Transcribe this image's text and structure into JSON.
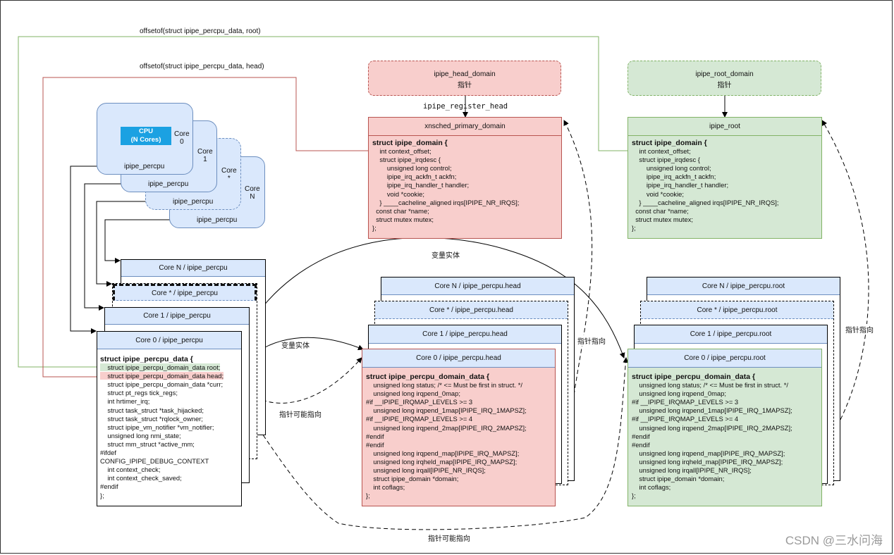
{
  "labels": {
    "offset_root": "offsetof(struct ipipe_percpu_data, root)",
    "offset_head": "offsetof(struct ipipe_percpu_data, head)",
    "register_head": "ipipe_register_head",
    "var_entity_top": "变量实体",
    "var_entity_mid": "变量实体",
    "pointer_to_head": "指针指向",
    "pointer_to_root": "指针指向",
    "may_point_mid": "指针可能指向",
    "may_point_bottom": "指针可能指向",
    "watermark": "CSDN @三水问海"
  },
  "head_domain_ptr": {
    "title": "ipipe_head_domain",
    "sub": "指针"
  },
  "root_domain_ptr": {
    "title": "ipipe_root_domain",
    "sub": "指针"
  },
  "cpu": {
    "chip_line1": "CPU",
    "chip_line2": "(N Cores)",
    "cores": [
      {
        "label": "Core\n0",
        "percpu": "ipipe_percpu"
      },
      {
        "label": "Core\n1",
        "percpu": "ipipe_percpu"
      },
      {
        "label": "Core\n*",
        "percpu": "ipipe_percpu"
      },
      {
        "label": "Core\nN",
        "percpu": "ipipe_percpu"
      }
    ]
  },
  "xnsched": {
    "title": "xnsched_primary_domain",
    "code_head": "struct ipipe_domain {",
    "code_body": "    int context_offset;\n    struct ipipe_irqdesc {\n        unsigned long control;\n        ipipe_irq_ackfn_t ackfn;\n        ipipe_irq_handler_t handler;\n        void *cookie;\n    } ____cacheline_aligned irqs[IPIPE_NR_IRQS];\n  const char *name;\n  struct mutex mutex;\n};"
  },
  "ipipe_root": {
    "title": "ipipe_root",
    "code_head": "struct ipipe_domain {",
    "code_body": "    int context_offset;\n    struct ipipe_irqdesc {\n        unsigned long control;\n        ipipe_irq_ackfn_t ackfn;\n        ipipe_irq_handler_t handler;\n        void *cookie;\n    } ____cacheline_aligned irqs[IPIPE_NR_IRQS];\n  const char *name;\n  struct mutex mutex;\n};"
  },
  "percpu_stack": {
    "titles": [
      "Core N / ipipe_percpu",
      "Core * / ipipe_percpu",
      "Core 1 / ipipe_percpu",
      "Core 0 / ipipe_percpu"
    ],
    "code_head": "struct ipipe_percpu_data {",
    "root_line": "    struct ipipe_percpu_domain_data root;",
    "head_line": "    struct ipipe_percpu_domain_data head;",
    "code_body": "    struct ipipe_percpu_domain_data *curr;\n    struct pt_regs tick_regs;\n    int hrtimer_irq;\n    struct task_struct *task_hijacked;\n    struct task_struct *rqlock_owner;\n    struct ipipe_vm_notifier *vm_notifier;\n    unsigned long nmi_state;\n    struct mm_struct *active_mm;\n#ifdef\nCONFIG_IPIPE_DEBUG_CONTEXT\n    int context_check;\n    int context_check_saved;\n#endif\n};"
  },
  "head_stack": {
    "titles": [
      "Core N / ipipe_percpu.head",
      "Core * / ipipe_percpu.head",
      "Core 1 / ipipe_percpu.head",
      "Core 0 / ipipe_percpu.head"
    ],
    "code_head": "struct ipipe_percpu_domain_data {",
    "code_body": "    unsigned long status; /* <= Must be first in struct. */\n    unsigned long irqpend_0map;\n#if __IPIPE_IRQMAP_LEVELS >= 3\n    unsigned long irqpend_1map[IPIPE_IRQ_1MAPSZ];\n#if __IPIPE_IRQMAP_LEVELS >= 4\n    unsigned long irqpend_2map[IPIPE_IRQ_2MAPSZ];\n#endif\n#endif\n    unsigned long irqpend_map[IPIPE_IRQ_MAPSZ];\n    unsigned long irqheld_map[IPIPE_IRQ_MAPSZ];\n    unsigned long irqall[IPIPE_NR_IRQS];\n    struct ipipe_domain *domain;\n    int coflags;\n};"
  },
  "root_stack": {
    "titles": [
      "Core N / ipipe_percpu.root",
      "Core * / ipipe_percpu.root",
      "Core 1 / ipipe_percpu.root",
      "Core 0 / ipipe_percpu.root"
    ],
    "code_head": "struct ipipe_percpu_domain_data {",
    "code_body": "    unsigned long status; /* <= Must be first in struct. */\n    unsigned long irqpend_0map;\n#if __IPIPE_IRQMAP_LEVELS >= 3\n    unsigned long irqpend_1map[IPIPE_IRQ_1MAPSZ];\n#if __IPIPE_IRQMAP_LEVELS >= 4\n    unsigned long irqpend_2map[IPIPE_IRQ_2MAPSZ];\n#endif\n#endif\n    unsigned long irqpend_map[IPIPE_IRQ_MAPSZ];\n    unsigned long irqheld_map[IPIPE_IRQ_MAPSZ];\n    unsigned long irqall[IPIPE_NR_IRQS];\n    struct ipipe_domain *domain;\n    int coflags;\n};"
  },
  "colors": {
    "red_fill": "#f8cecc",
    "red_stroke": "#b85450",
    "green_fill": "#d5e8d4",
    "green_stroke": "#82b366",
    "blue_fill": "#dae8fc",
    "blue_stroke": "#6c8ebf",
    "chip": "#1ba1e2"
  }
}
